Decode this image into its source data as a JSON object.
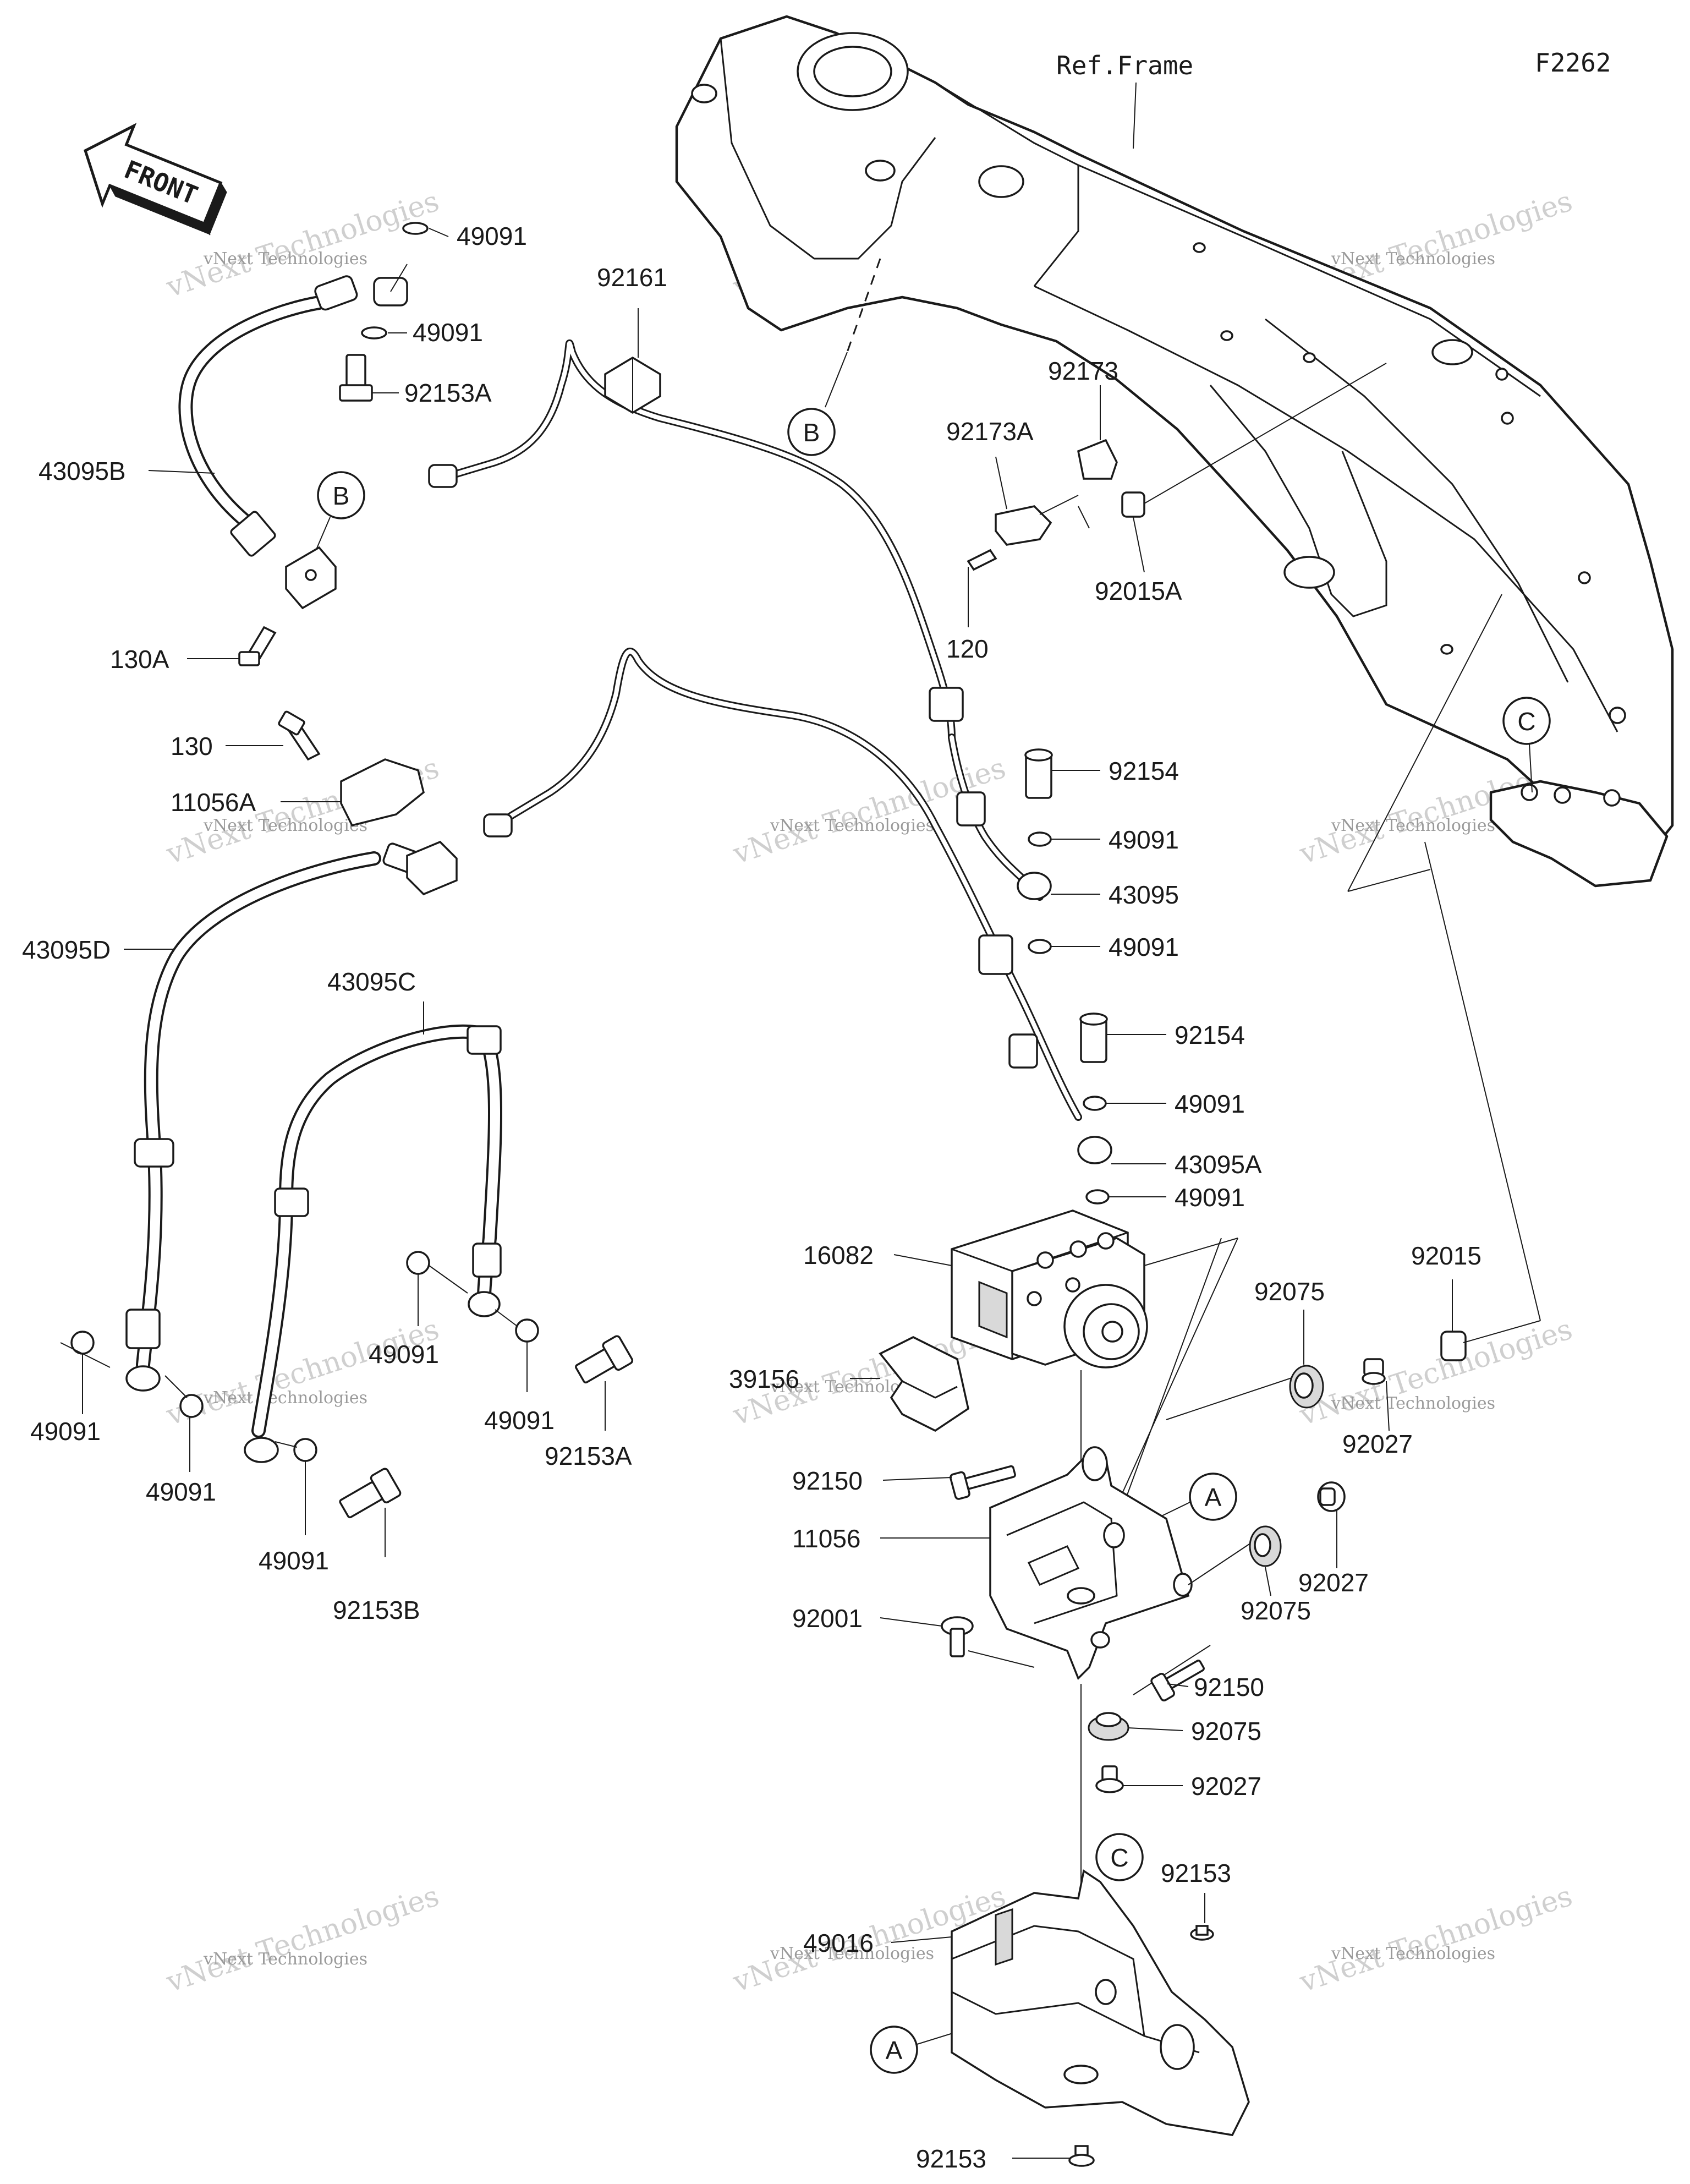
{
  "diagram_code": "F2262",
  "ref_frame_label": "Ref.Frame",
  "front_label": "FRONT",
  "watermark": {
    "big": "vNext Technologies",
    "small": "vNext Technologies"
  },
  "callouts": {
    "A": "A",
    "B": "B",
    "C": "C"
  },
  "parts": {
    "p_49091_a": "49091",
    "p_49091_b": "49091",
    "p_92153A_top": "92153A",
    "p_43095B": "43095B",
    "p_130A": "130A",
    "p_92161": "92161",
    "p_130": "130",
    "p_11056A": "11056A",
    "p_43095D": "43095D",
    "p_43095C": "43095C",
    "p_92173": "92173",
    "p_92173A": "92173A",
    "p_92015A": "92015A",
    "p_120": "120",
    "p_92154_a": "92154",
    "p_49091_c": "49091",
    "p_43095": "43095",
    "p_49091_d": "49091",
    "p_92154_b": "92154",
    "p_49091_e": "49091",
    "p_43095A": "43095A",
    "p_49091_f": "49091",
    "p_16082": "16082",
    "p_92015": "92015",
    "p_92075_a": "92075",
    "p_39156": "39156",
    "p_92027_a": "92027",
    "p_92150_a": "92150",
    "p_11056": "11056",
    "p_92027_b": "92027",
    "p_92075_b": "92075",
    "p_92001": "92001",
    "p_92150_b": "92150",
    "p_92075_c": "92075",
    "p_92027_c": "92027",
    "p_92153_a": "92153",
    "p_49016": "49016",
    "p_92153_b": "92153",
    "p_49091_g": "49091",
    "p_49091_h": "49091",
    "p_49091_i": "49091",
    "p_49091_j": "49091",
    "p_92153B": "92153B",
    "p_49091_k": "49091",
    "p_49091_l": "49091",
    "p_92153A_bot": "92153A"
  }
}
